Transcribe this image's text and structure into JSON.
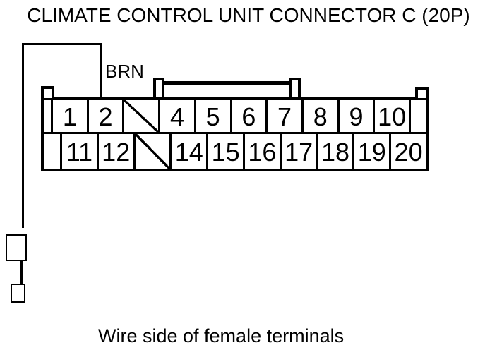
{
  "title": "CLIMATE CONTROL UNIT CONNECTOR C (20P)",
  "caption": "Wire side of female terminals",
  "wire": {
    "color_label": "BRN"
  },
  "colors": {
    "line": "#000000",
    "background": "#ffffff"
  },
  "connector": {
    "pin_count_label": "20P",
    "row1": [
      {
        "label": "1",
        "slashed": false
      },
      {
        "label": "2",
        "slashed": false
      },
      {
        "label": "",
        "slashed": true
      },
      {
        "label": "4",
        "slashed": false
      },
      {
        "label": "5",
        "slashed": false
      },
      {
        "label": "6",
        "slashed": false
      },
      {
        "label": "7",
        "slashed": false
      },
      {
        "label": "8",
        "slashed": false
      },
      {
        "label": "9",
        "slashed": false
      },
      {
        "label": "10",
        "slashed": false
      }
    ],
    "row2": [
      {
        "label": "11",
        "slashed": false
      },
      {
        "label": "12",
        "slashed": false
      },
      {
        "label": "",
        "slashed": true
      },
      {
        "label": "14",
        "slashed": false
      },
      {
        "label": "15",
        "slashed": false
      },
      {
        "label": "16",
        "slashed": false
      },
      {
        "label": "17",
        "slashed": false
      },
      {
        "label": "18",
        "slashed": false
      },
      {
        "label": "19",
        "slashed": false
      },
      {
        "label": "20",
        "slashed": false
      }
    ]
  }
}
